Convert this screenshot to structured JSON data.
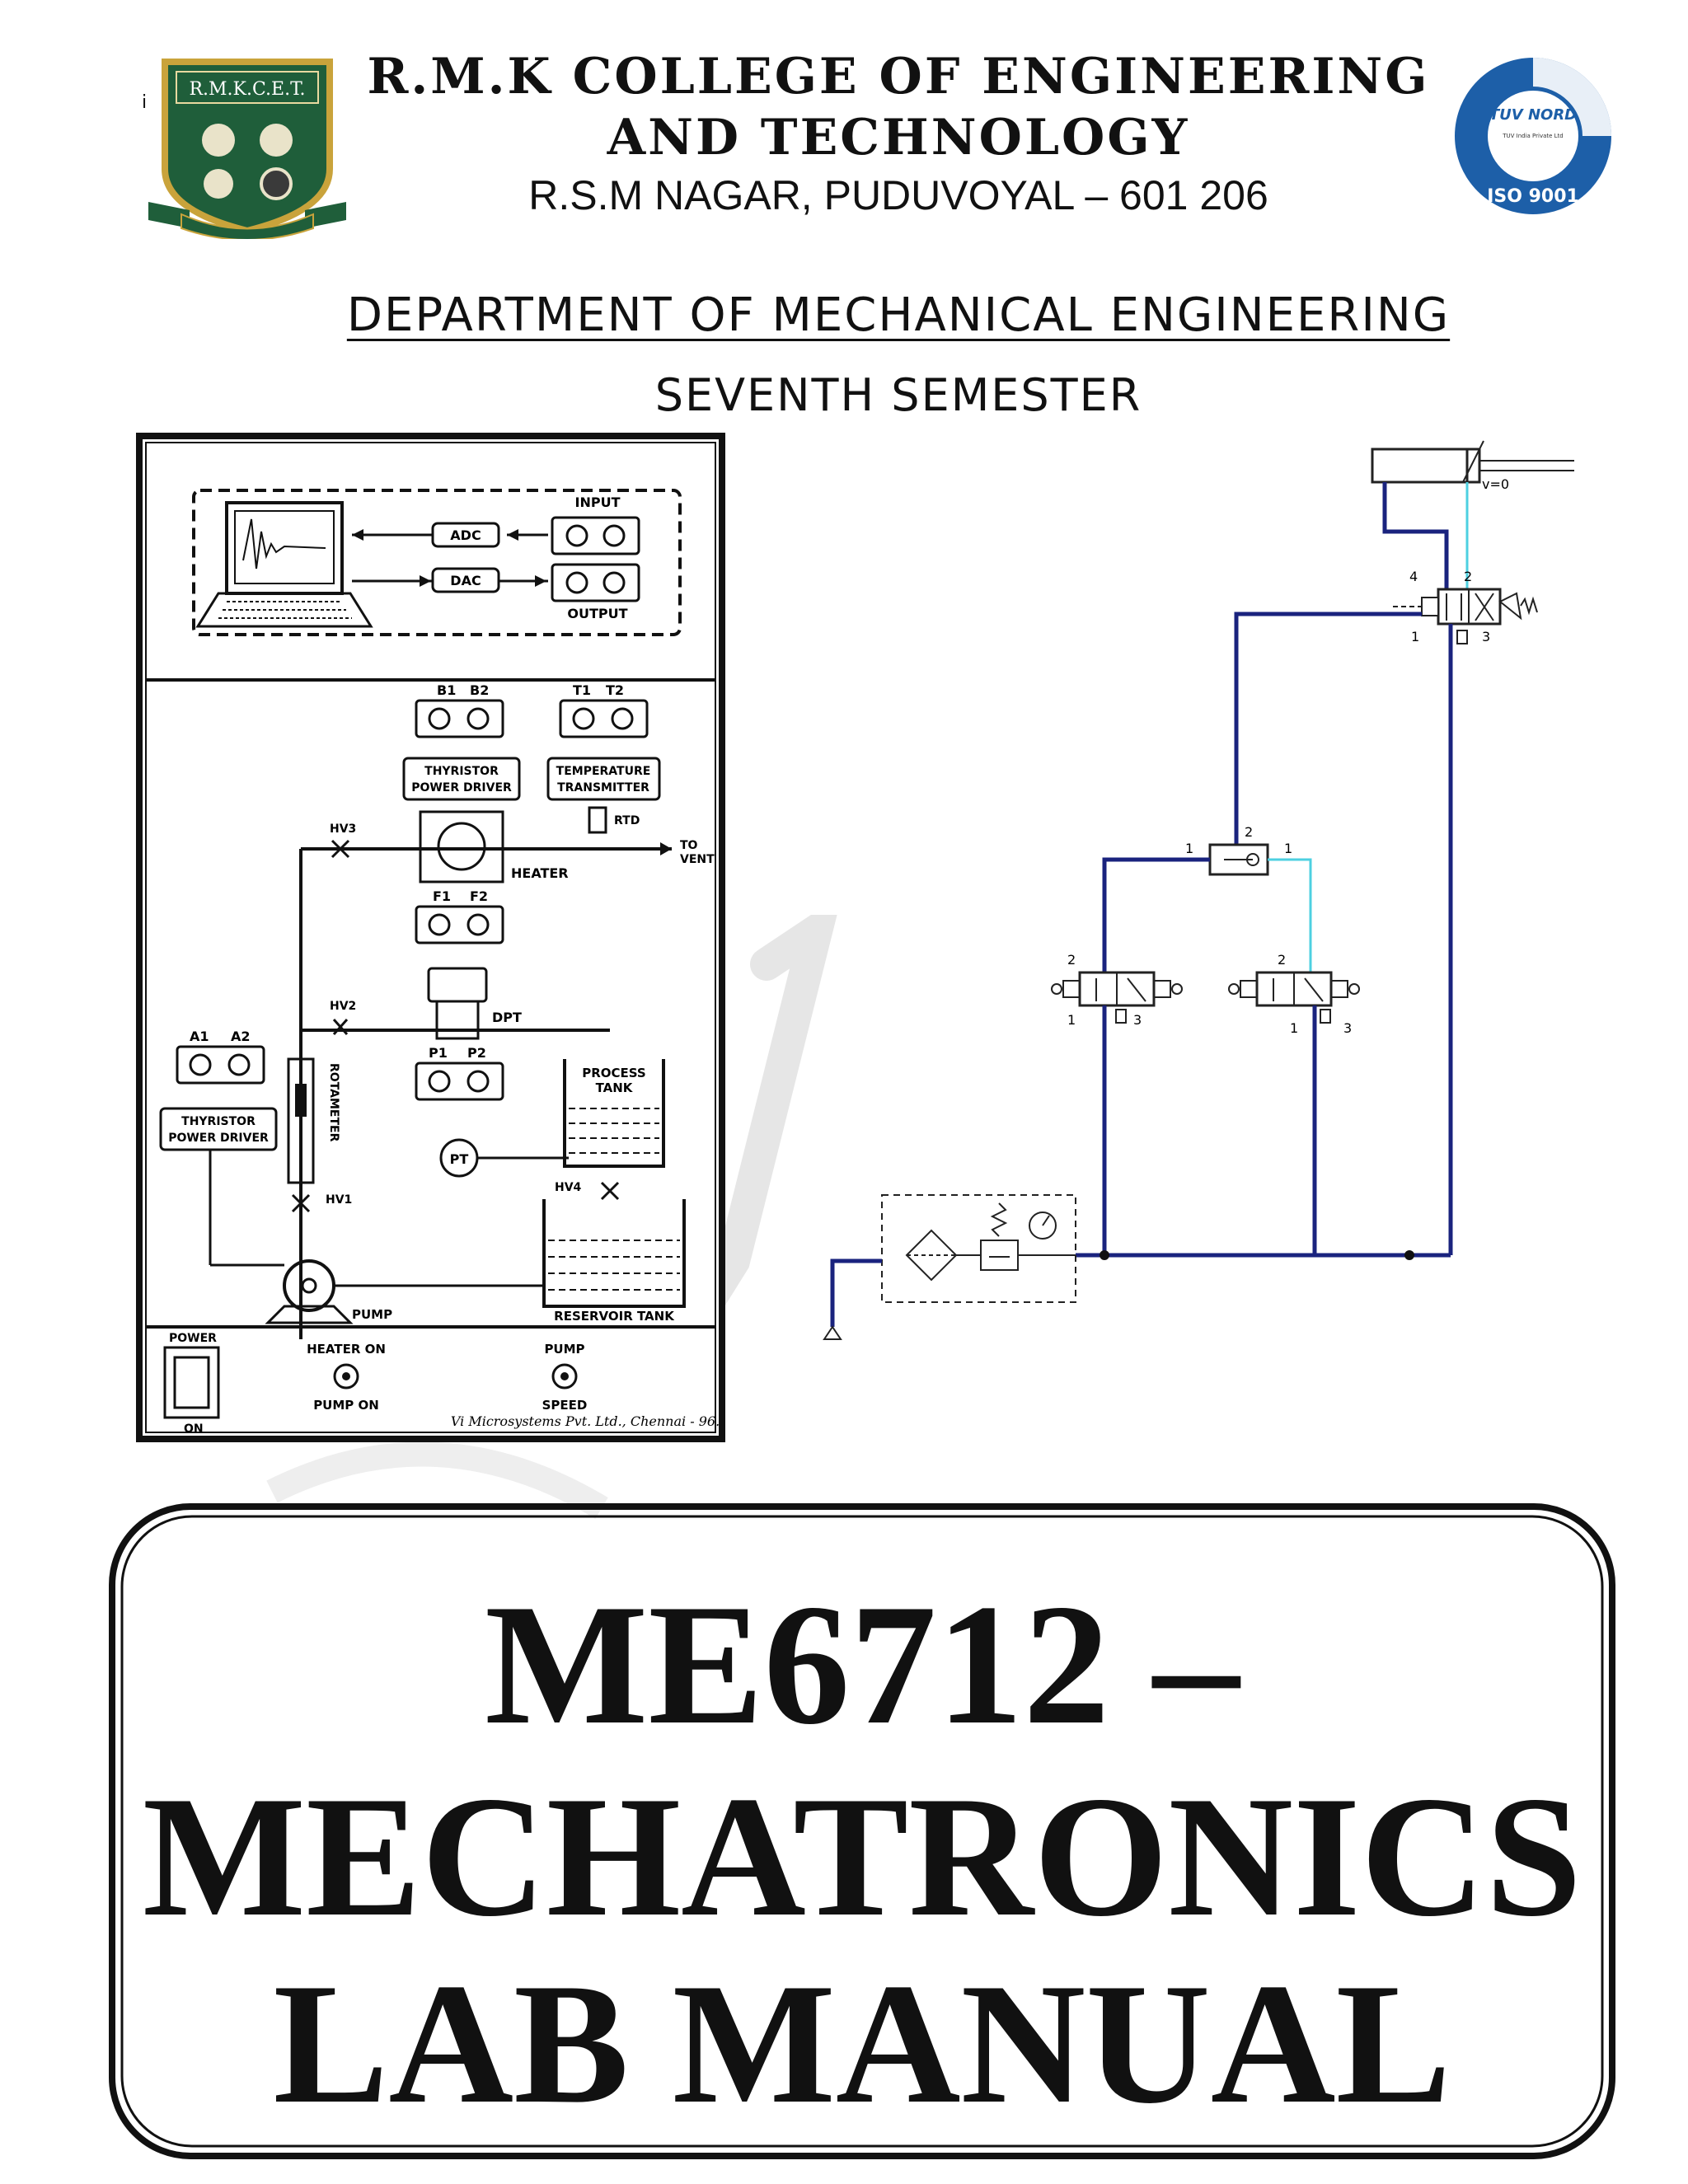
{
  "header": {
    "logo_text": "R.M.K.C.E.T.",
    "college_name_line1": "R.M.K COLLEGE OF ENGINEERING",
    "college_name_line2": "AND TECHNOLOGY",
    "address": "R.S.M NAGAR, PUDUVOYAL – 601 206",
    "certification_badge": {
      "brand": "TUV NORD",
      "small_text": "TUV India Private Ltd",
      "standard": "ISO 9001"
    }
  },
  "stray_mark": "i",
  "department": "DEPARTMENT OF MECHANICAL ENGINEERING",
  "semester": "SEVENTH SEMESTER",
  "process_diagram": {
    "labels": {
      "input": "INPUT",
      "output": "OUTPUT",
      "adc": "ADC",
      "dac": "DAC",
      "b1": "B1",
      "b2": "B2",
      "t1": "T1",
      "t2": "T2",
      "thyristor_1": "THYRISTOR",
      "power_driver_1": "POWER DRIVER",
      "temperature": "TEMPERATURE",
      "transmitter": "TRANSMITTER",
      "hv3": "HV3",
      "rtd": "RTD",
      "to": "TO",
      "vent": "VENT",
      "heater": "HEATER",
      "f1": "F1",
      "f2": "F2",
      "hv2": "HV2",
      "dpt": "DPT",
      "a1": "A1",
      "a2": "A2",
      "p1": "P1",
      "p2": "P2",
      "process": "PROCESS",
      "tank": "TANK",
      "thyristor_2": "THYRISTOR",
      "power_driver_2": "POWER DRIVER",
      "rotameter": "ROTAMETER",
      "pt": "PT",
      "hv4": "HV4",
      "hv1": "HV1",
      "pump": "PUMP",
      "reservoir_tank": "RESERVOIR TANK",
      "power": "POWER",
      "on": "ON",
      "heater_on": "HEATER ON",
      "pump_on": "PUMP ON",
      "pump_top": "PUMP",
      "speed": "SPEED",
      "maker": "Vi Microsystems Pvt. Ltd., Chennai - 96."
    }
  },
  "pneumatic_diagram": {
    "labels": {
      "v0": "v=0",
      "p4": "4",
      "p2_top": "2",
      "p1_top": "1",
      "p3_top": "3",
      "shuttle_2": "2",
      "shuttle_1a": "1",
      "shuttle_1b": "1",
      "lv_2": "2",
      "lv_1": "1",
      "lv_3": "3",
      "rv_2": "2",
      "rv_1": "1",
      "rv_3": "3"
    },
    "colors": {
      "line_pressure": "#1a237e",
      "line_signal": "#4dd0e1"
    }
  },
  "title": {
    "line1": "ME6712 –",
    "line2": "MECHATRONICS",
    "line3": "LAB MANUAL"
  }
}
